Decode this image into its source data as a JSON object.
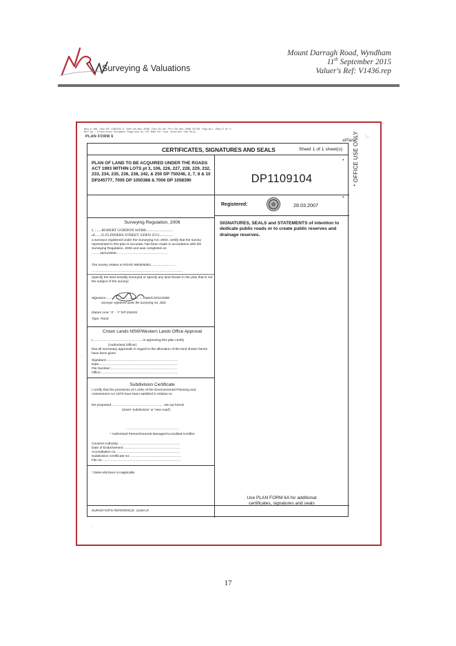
{
  "header": {
    "logo_text": "Surveying & Valuations",
    "address": "Mount Darragh Road, Wyndham",
    "date_day": "11",
    "date_suffix": "th",
    "date_rest": " September 2015",
    "valuer_ref": "Valuer's Ref: V1436.rep"
  },
  "scan": {
    "meta_line1": "Req:a-109 /Doc:DP 1109104 D /Rev:28-Nov-2008 /Sts:SC.OK /Prt:05-Dec-2008 03:09 /Pgs:ALL /Seq:5 of 5",
    "meta_line2": "Ref:jm  : Electronic Document Supplied by LPI NSW for Your Internal Use Only.",
    "plan_form": "PLAN FORM 6",
    "eplan": "ePlan"
  },
  "form": {
    "title": "CERTIFICATES, SIGNATURES AND SEALS",
    "sheet": "Sheet  1 of 1 sheet(s)",
    "lands_text": "PLAN OF LAND TO BE ACQUIRED UNDER THE ROADS ACT 1993 WITHIN LOTS pt 3, 106, 226, 227, 228, 229, 232, 233, 234, 235, 236, 238, 242, & 250 DP 750246, 2, 7, 8 & 10 DP245777, 7005 DP 1050388 & 7006 DP 1058390",
    "dp_number": "DP1109104",
    "star": "*",
    "registered_label": "Registered:",
    "registered_date": "28.03.2007",
    "office_use": "* OFFICE USE ONLY",
    "right_title": "SIGNATURES, SEALS and STATEMENTS of intention to dedicate public roads or to create public reserves and drainage reserves.",
    "right_footer_1": "Use PLAN FORM 6A for additional",
    "right_footer_2": "certificates, signatures and seals",
    "surveying": {
      "heading": "Surveying Regulation, 2006",
      "line1": "I, .......ROBERT GORDON WEBB............................",
      "line2": "of......35 FLINDERS STREET, EDEN 2551..............",
      "line3": "a surveyor registered under the Surveying Act, 2002, certify that the survey represented in this plan is accurate, has been made in accordance with the Surveying Regulation, 2006 and was completed on: .........15/11/2006........................................................",
      "relates": "The survey relates to  ROAD WIDENING...........................",
      "dots": "...................................................................................................",
      "specify": "(specify the land actually surveyed or specify any land shown in the plan that is not the subject of the survey)",
      "signature": "Signature ....................................... Dated:20/11/2006",
      "sig_caption": "Surveyor registered under the Surveying Act, 2002",
      "datum": "Datum Line:  'X' - 'Y' DP 254451",
      "type": "Type: Rural"
    },
    "crown": {
      "heading": "Crown Lands NSW/Western Lands Office Approval",
      "line1": "I.......................................................in approving this plan certify",
      "officer": "(Authorised Officer)",
      "line2": "that all necessary approvals in regard to the allocation of the land shown herein have been given",
      "sig": "Signature:.............................................................................",
      "date": "Date:.....................................................................................",
      "file": "File Number:.........................................................................",
      "office": "Office:...................................................................................."
    },
    "subdivision": {
      "heading": "Subdivision Certificate",
      "line1": "I certify that the provisions of s.109J of the Environmental Planning and Assessment Act 1979 have been satisfied in relation to:",
      "proposed": "the proposed......................................................... set out herein",
      "insert": "(insert 'subdivision' or 'new road')",
      "dots": ".........................................................",
      "authorised": "* Authorised Person/General Manager/Accredited Certifier",
      "consent": "Consent Authority: ..................................................................",
      "endorse": "Date of Endorsement: .............................................................",
      "accred": "Accreditation no: ....................................................................",
      "subcert": "Subdivision Certificate no: .......................................................",
      "fileno": "File no: ....................................................................................",
      "delete": "* Delete whichever is inapplicable."
    },
    "surveyors_ref": "SURVEYOR'S REFERENCE: 1128A.D"
  },
  "page_number": "17",
  "colors": {
    "frame": "#b52b36",
    "rule": "#6f6f6f",
    "logo_red": "#b8343f",
    "logo_dark": "#3b3b3b"
  },
  "icons": {
    "logo": "nrw-logo-icon",
    "seal": "registration-seal-icon",
    "signature": "signature-scribble"
  }
}
